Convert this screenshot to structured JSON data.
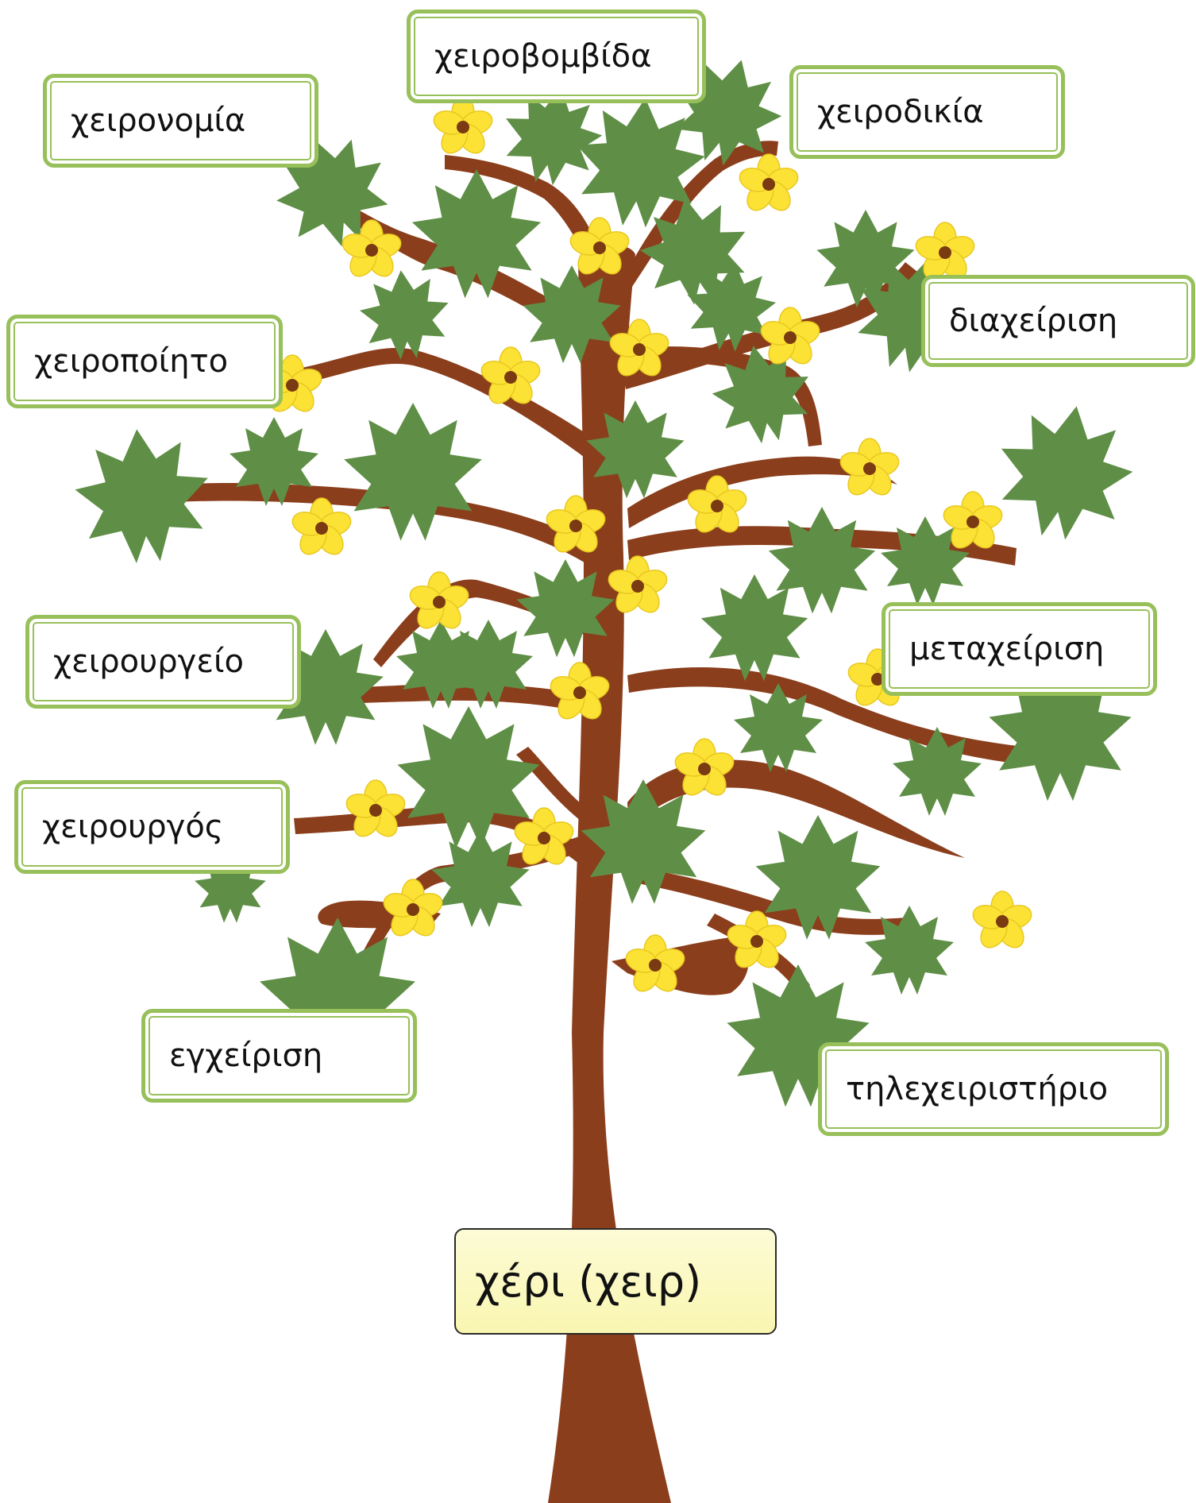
{
  "root_word": "χέρι (χειρ)",
  "words": {
    "xeirobombida": "χειροβομβίδα",
    "xeironomia": "χειρονομία",
    "xeirodikia": "χειροδικία",
    "diaxeirisi": "διαχείριση",
    "xeiropoito": "χειροποίητο",
    "xeirourgeio": "χειρουργείο",
    "metaxeirisi": "μεταχείριση",
    "xeirourgos": "χειρουργός",
    "egxeirisi": "εγχείριση",
    "tilexeiristirio": "τηλεχειριστήριο"
  },
  "colors": {
    "trunk": "#8b3e1b",
    "leaf": "#5f8f46",
    "flower": "#fde236",
    "flower_center": "#7a3a12",
    "card_border": "#97c05a",
    "root_fill": "#faf7bd"
  }
}
